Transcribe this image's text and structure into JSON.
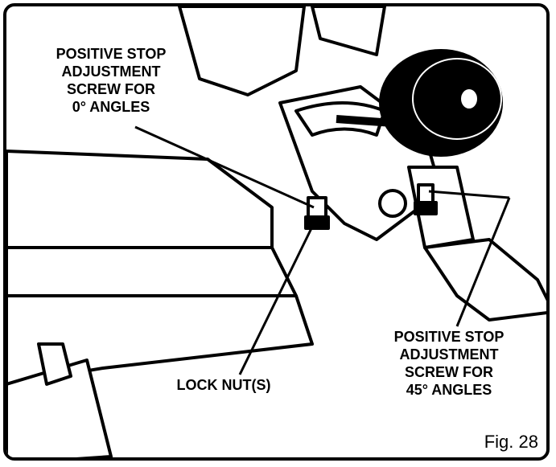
{
  "labels": {
    "positive_stop_0": [
      "POSITIVE STOP",
      "ADJUSTMENT",
      "SCREW FOR",
      "0° ANGLES"
    ],
    "lock_nut": "LOCK NUT(S)",
    "positive_stop_45": [
      "POSITIVE STOP",
      "ADJUSTMENT",
      "SCREW FOR",
      "45° ANGLES"
    ]
  },
  "figure_caption": "Fig. 28"
}
